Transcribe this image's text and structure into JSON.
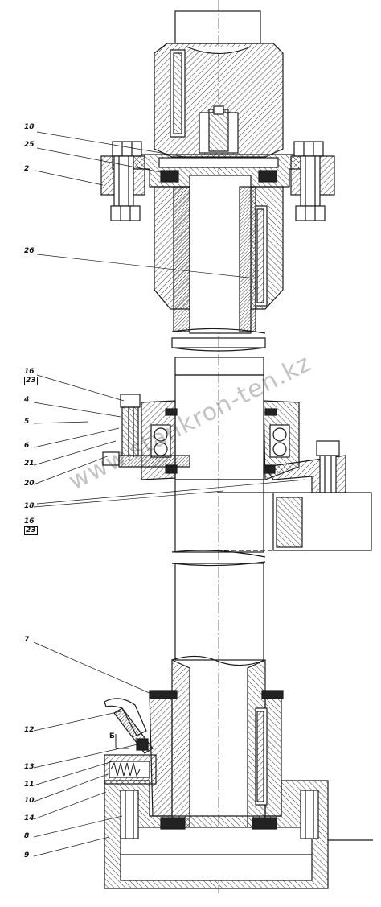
{
  "drawing": {
    "watermark": "www.stankron-ten.kz",
    "section_mark": "Б",
    "part_labels": [
      {
        "id": "18a",
        "text": "18"
      },
      {
        "id": "25",
        "text": "25"
      },
      {
        "id": "2",
        "text": "2"
      },
      {
        "id": "26",
        "text": "26"
      },
      {
        "id": "16a",
        "text": "16"
      },
      {
        "id": "23a",
        "text": "23"
      },
      {
        "id": "4",
        "text": "4"
      },
      {
        "id": "5",
        "text": "5"
      },
      {
        "id": "6",
        "text": "6"
      },
      {
        "id": "21",
        "text": "21"
      },
      {
        "id": "20",
        "text": "20"
      },
      {
        "id": "18b",
        "text": "18"
      },
      {
        "id": "16b",
        "text": "16"
      },
      {
        "id": "23b",
        "text": "23"
      },
      {
        "id": "7",
        "text": "7"
      },
      {
        "id": "12",
        "text": "12"
      },
      {
        "id": "13",
        "text": "13"
      },
      {
        "id": "11",
        "text": "11"
      },
      {
        "id": "10",
        "text": "10"
      },
      {
        "id": "14",
        "text": "14"
      },
      {
        "id": "8",
        "text": "8"
      },
      {
        "id": "9",
        "text": "9"
      }
    ],
    "colors": {
      "line": "#1a1a1a",
      "background": "#ffffff"
    }
  }
}
